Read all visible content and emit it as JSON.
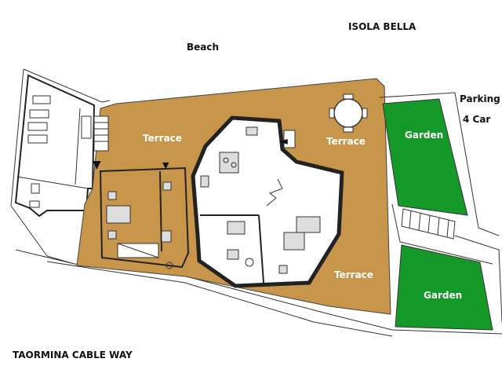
{
  "labels": {
    "isola_bella": "ISOLA BELLA",
    "beach": "Beach",
    "parking_line1": "Parking",
    "parking_line2": "4 Car",
    "terrace_left": "Terrace",
    "terrace_right": "Terrace",
    "terrace_bottom": "Terrace",
    "garden_top": "Garden",
    "garden_bottom": "Garden",
    "cable_way": "TAORMINA CABLE WAY"
  },
  "colors": {
    "terrace": "#c8964a",
    "garden": "#159a2a",
    "wall": "#222222",
    "outline": "#444444"
  }
}
